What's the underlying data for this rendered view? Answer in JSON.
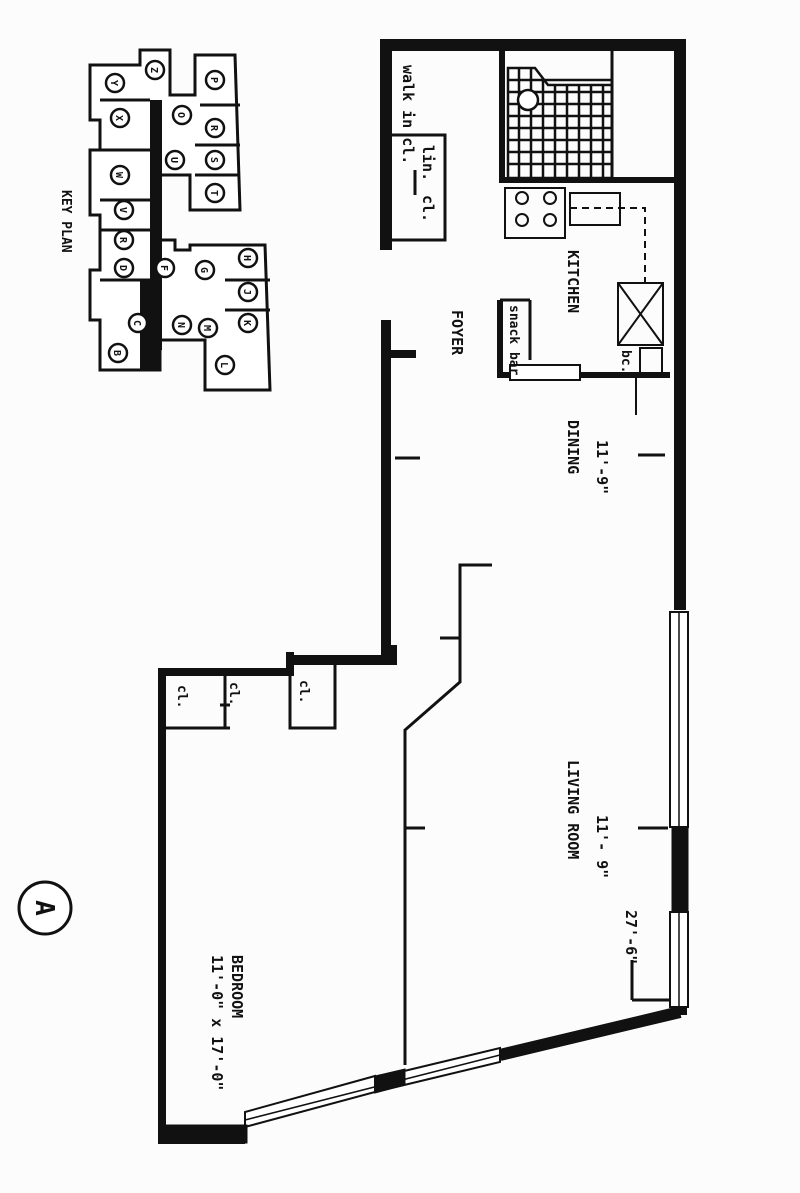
{
  "plan_id": "A",
  "key_plan": {
    "title": "KEY PLAN",
    "units": [
      "Z",
      "Y",
      "X",
      "W",
      "V",
      "R",
      "D",
      "C",
      "B",
      "O",
      "U",
      "P",
      "R",
      "S",
      "T",
      "F",
      "G",
      "H",
      "J",
      "K",
      "M",
      "N",
      "L"
    ]
  },
  "rooms": {
    "walk_in_closet": "walk in cl.",
    "linen_closet": "lin.",
    "closet_foyer": "cl.",
    "kitchen": "KITCHEN",
    "foyer": "FOYER",
    "snack_bar": "snack bar",
    "bc": "bc.",
    "dining": "DINING",
    "dining_dim": "11'-9\"",
    "living_room": "LIVING ROOM",
    "living_dim": "11'- 9\"",
    "living_length": "27'-6\"",
    "bedroom": "BEDROOM",
    "bedroom_dim": "11'-0\" x 17'-0\"",
    "closet_1": "cl.",
    "closet_2": "cl.",
    "closet_3": "cl."
  }
}
